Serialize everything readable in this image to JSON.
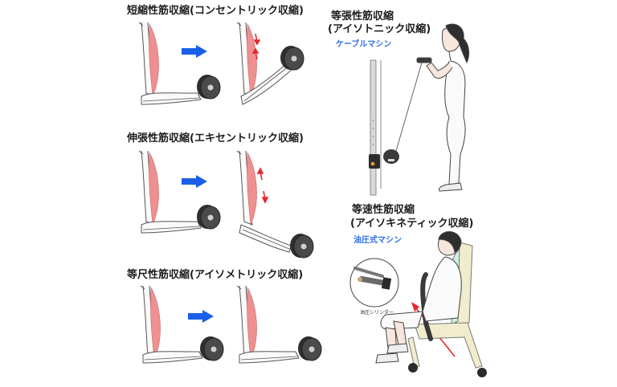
{
  "colors": {
    "muscle": "#ee8f90",
    "blue_arrow": "#1a5fe8",
    "red_arrow": "#e8262b",
    "weight": "#3a3a3a",
    "machine_label": "#2f6fe0",
    "bone_outline": "#555555"
  },
  "left_panels": [
    {
      "title": "短縮性筋収縮(コンセントリック収縮)",
      "before": {
        "arm": "flexed-start",
        "muscle_arrows": "none"
      },
      "after": {
        "arm": "raised-forearm",
        "muscle_arrows": "shortening (pointing inward)"
      },
      "transition_icon": "blue-right-arrow"
    },
    {
      "title": "伸張性筋収縮(エキセントリック収縮)",
      "before": {
        "arm": "flexed-start",
        "muscle_arrows": "none"
      },
      "after": {
        "arm": "lowered-forearm",
        "muscle_arrows": "lengthening (pointing outward)"
      },
      "transition_icon": "blue-right-arrow"
    },
    {
      "title": "等尺性筋収縮(アイソメトリック収縮)",
      "before": {
        "arm": "flexed-start",
        "muscle_arrows": "none"
      },
      "after": {
        "arm": "same-position",
        "muscle_arrows": "none"
      },
      "transition_icon": "blue-right-arrow"
    }
  ],
  "right_panels": [
    {
      "title_line1": "等張性筋収縮",
      "title_line2": "(アイソトニック収縮)",
      "machine_label": "ケーブルマシン",
      "illustration": "woman-cable-curl"
    },
    {
      "title_line1": "等速性筋収縮",
      "title_line2": "(アイソキネティック収縮)",
      "machine_label": "油圧式マシン",
      "inset_label": "油圧シリンダー",
      "illustration": "woman-seated-hydraulic-machine"
    }
  ]
}
